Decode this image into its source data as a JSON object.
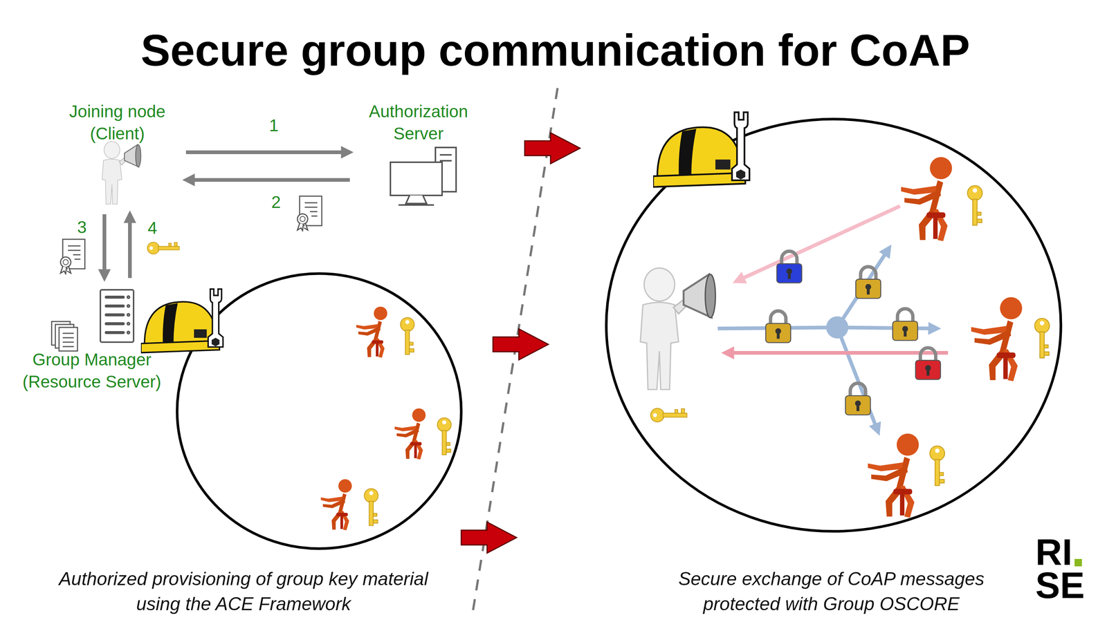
{
  "diagram": {
    "title": "Secure group communication for CoAP",
    "nodes": [
      {
        "text": [
          "Joining node (Client)"
        ]
      },
      {
        "text": [
          "Authorization Server"
        ]
      },
      {
        "text": [
          "Group Manager (Resource Server)"
        ]
      }
    ],
    "edges": [
      {
        "from": 0,
        "to": 1,
        "label": "1",
        "arrow": "to"
      },
      {
        "from": 1,
        "to": 0,
        "label": "2",
        "arrow": "to"
      },
      {
        "from": 0,
        "to": 2,
        "label": "3",
        "arrow": "to"
      },
      {
        "from": 2,
        "to": 0,
        "label": "4",
        "arrow": "to"
      }
    ],
    "labels": [
      "Authorized provisioning of group key material using the ACE Framework",
      "Secure exchange of CoAP messages protected with Group OSCORE",
      "RI",
      "SE"
    ]
  }
}
